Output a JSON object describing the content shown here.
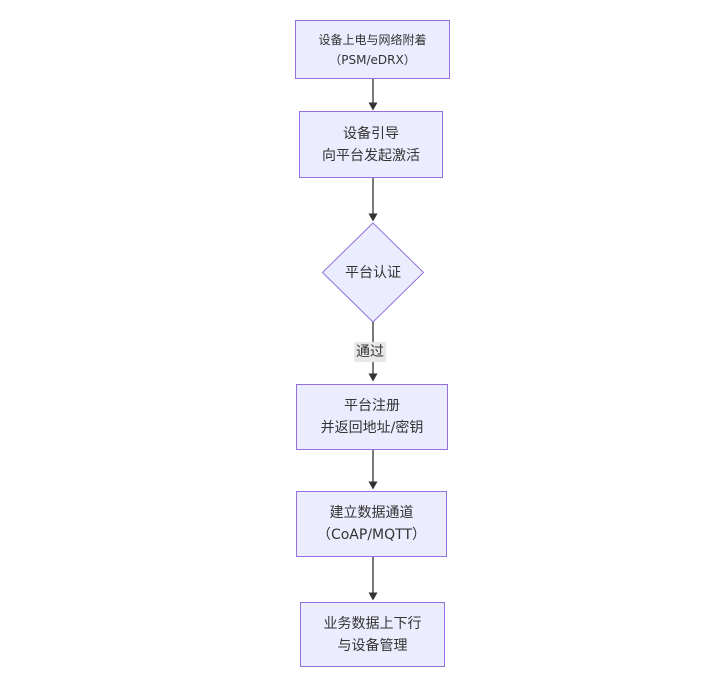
{
  "diagram": {
    "type": "flowchart",
    "direction": "top-down",
    "colors": {
      "background": "#ffffff",
      "node_fill": "#ECECFF",
      "node_border": "#9370DB",
      "edge_color": "#333333",
      "text_color": "#333333",
      "edge_label_bg": "#e8e8e8"
    },
    "nodes": [
      {
        "id": "power",
        "shape": "rect",
        "lines": [
          "设备上电与网络附着",
          "（PSM/eDRX）"
        ]
      },
      {
        "id": "bootstrap",
        "shape": "rect",
        "lines": [
          "设备引导",
          "向平台发起激活"
        ]
      },
      {
        "id": "auth",
        "shape": "diamond",
        "lines": [
          "平台认证"
        ]
      },
      {
        "id": "register",
        "shape": "rect",
        "lines": [
          "平台注册",
          "并返回地址/密钥"
        ]
      },
      {
        "id": "channel",
        "shape": "rect",
        "lines": [
          "建立数据通道",
          "（CoAP/MQTT）"
        ]
      },
      {
        "id": "service",
        "shape": "rect",
        "lines": [
          "业务数据上下行",
          "与设备管理"
        ]
      }
    ],
    "edges": [
      {
        "from": "power",
        "to": "bootstrap",
        "label": ""
      },
      {
        "from": "bootstrap",
        "to": "auth",
        "label": ""
      },
      {
        "from": "auth",
        "to": "register",
        "label": "通过"
      },
      {
        "from": "register",
        "to": "channel",
        "label": ""
      },
      {
        "from": "channel",
        "to": "service",
        "label": ""
      }
    ]
  }
}
